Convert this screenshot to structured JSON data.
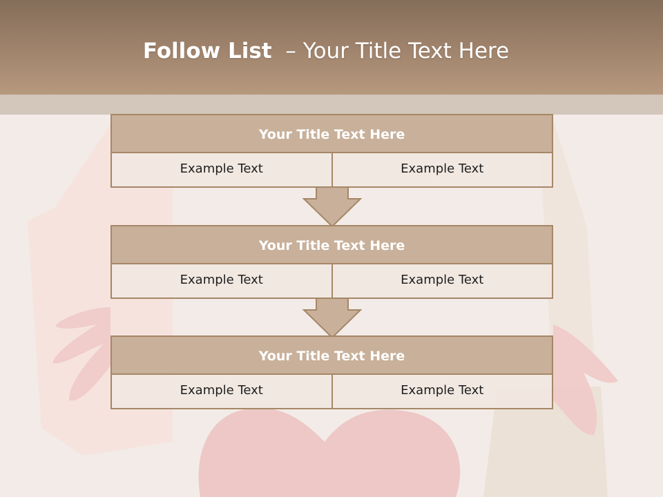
{
  "header": {
    "title_bold": "Follow List",
    "title_rest": "  – Your Title Text Here"
  },
  "blocks": [
    {
      "title": "Your Title Text Here",
      "cells": [
        "Example Text",
        "Example Text"
      ]
    },
    {
      "title": "Your Title Text Here",
      "cells": [
        "Example Text",
        "Example Text"
      ]
    },
    {
      "title": "Your Title Text Here",
      "cells": [
        "Example Text",
        "Example Text"
      ]
    }
  ],
  "colors": {
    "header": "#9c8069",
    "box_fill": "#c8b09a",
    "box_border": "#a58767",
    "cell_fill": "#f1e7e1",
    "arrow_fill": "#c8b09a"
  }
}
